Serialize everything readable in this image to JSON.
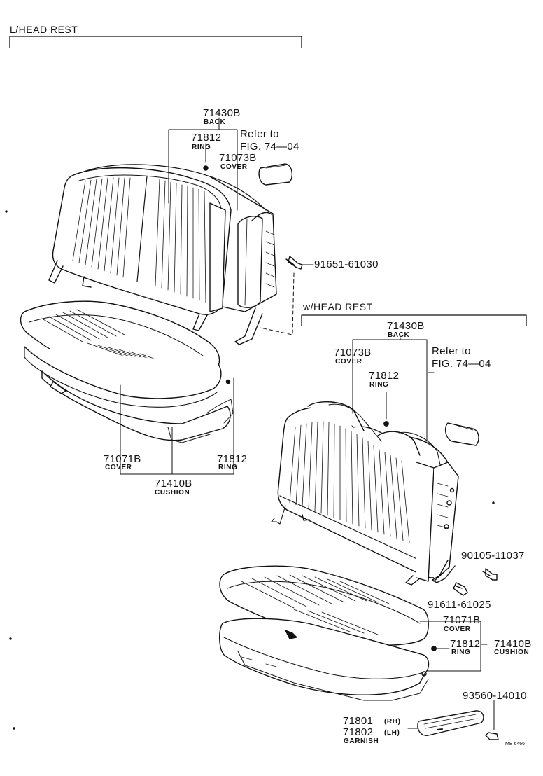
{
  "sections": {
    "lh": {
      "title": "L/HEAD REST"
    },
    "wh": {
      "title": "w/HEAD REST"
    }
  },
  "parts": {
    "lh_back": {
      "num": "71430B",
      "name": "BACK"
    },
    "lh_back_ring": {
      "num": "71812",
      "name": "RING"
    },
    "lh_back_cover": {
      "num": "71073B",
      "name": "COVER"
    },
    "lh_refer": {
      "line1": "Refer to",
      "line2": "FIG. 74—04"
    },
    "lh_bolt": {
      "num": "91651-61030"
    },
    "lh_cushion_cover": {
      "num": "71071B",
      "name": "COVER"
    },
    "lh_cushion": {
      "num": "71410B",
      "name": "CUSHION"
    },
    "lh_cushion_ring": {
      "num": "71812",
      "name": "RING"
    },
    "wh_back": {
      "num": "71430B",
      "name": "BACK"
    },
    "wh_back_cover": {
      "num": "71073B",
      "name": "COVER"
    },
    "wh_back_ring": {
      "num": "71812",
      "name": "RING"
    },
    "wh_refer": {
      "line1": "Refer to",
      "line2": "FIG. 74—04"
    },
    "wh_bolt1": {
      "num": "90105-11037"
    },
    "wh_bolt2": {
      "num": "91611-61025"
    },
    "wh_cushion_cover": {
      "num": "71071B",
      "name": "COVER"
    },
    "wh_cushion_ring": {
      "num": "71812",
      "name": "RING"
    },
    "wh_cushion": {
      "num": "71410B",
      "name": "CUSHION"
    },
    "wh_screw": {
      "num": "93560-14010"
    },
    "garnish": {
      "num_rh": "71801",
      "rh": "(RH)",
      "num_lh": "71802",
      "lh": "(LH)",
      "name": "GARNISH"
    }
  },
  "figure_code": "MB 6466"
}
